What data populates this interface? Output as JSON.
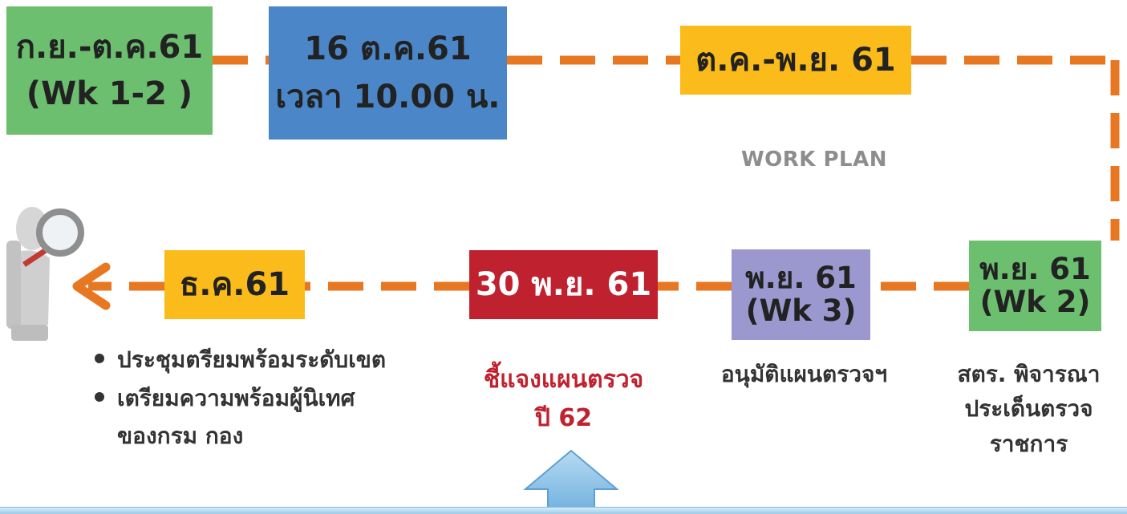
{
  "title_watermark": "WORK PLAN",
  "colors": {
    "connector": "#E87722",
    "green": "#6CBF6F",
    "blue": "#4A86C8",
    "yellow": "#FBBB1A",
    "red": "#C0212E",
    "purple": "#9A98CF",
    "red_text": "#C0212E"
  },
  "steps": {
    "s1": {
      "line1": "ก.ย.-ต.ค.61",
      "line2": "(Wk 1-2 )"
    },
    "s2": {
      "line1": "16 ต.ค.61",
      "line2": "เวลา 10.00 น."
    },
    "s3": {
      "line1": "ต.ค.-พ.ย. 61"
    },
    "s4": {
      "line1": "พ.ย. 61",
      "line2": "(Wk 2)",
      "caption": [
        "สตร. พิจารณา",
        "ประเด็นตรวจ",
        "ราชการ"
      ]
    },
    "s5": {
      "line1": "พ.ย. 61",
      "line2": "(Wk 3)",
      "caption": [
        "อนุมัติแผนตรวจฯ"
      ]
    },
    "s6": {
      "line1": "30 พ.ย. 61",
      "caption": [
        "ชี้แจงแผนตรวจ",
        "ปี 62"
      ]
    },
    "s7": {
      "line1": "ธ.ค.61",
      "bullets": [
        "ประชุมตรียมพร้อมระดับเขต",
        "เตรียมความพร้อมผู้นิเทศ",
        "ของกรม กอง"
      ]
    }
  },
  "icons": [
    "magnifier-figure-icon",
    "up-arrow-icon",
    "arrowhead-left-icon"
  ]
}
